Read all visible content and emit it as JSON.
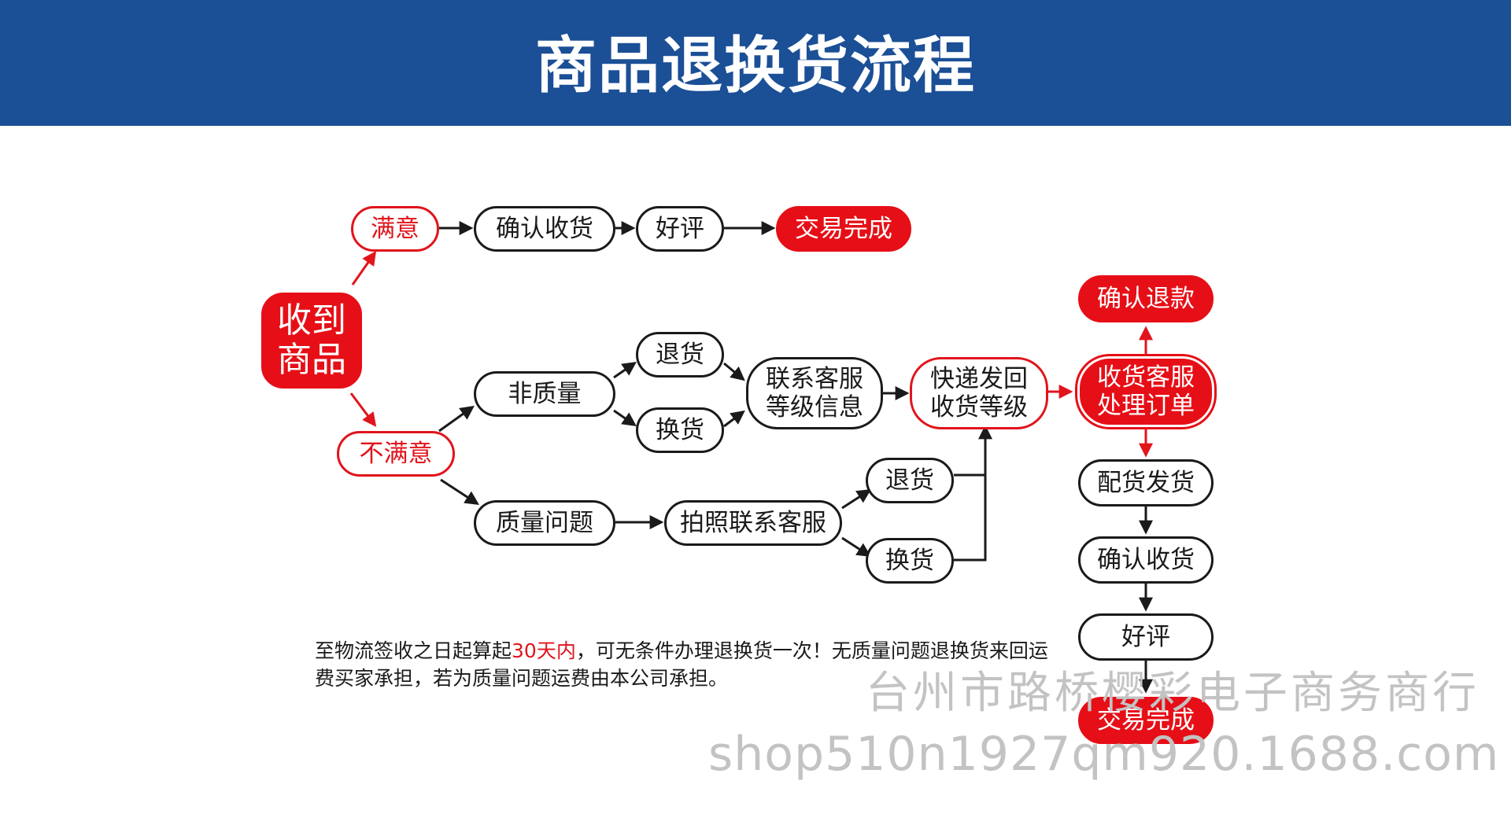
{
  "header": {
    "title": "商品退换货流程"
  },
  "colors": {
    "header_bg": "#1b4f96",
    "accent_red": "#e60f17",
    "text_dark": "#1a1a1a"
  },
  "nodes": {
    "received": "收到\n商品",
    "satisfied": "满意",
    "confirm_receipt_top": "确认收货",
    "good_review_top": "好评",
    "trade_complete_top": "交易完成",
    "unsatisfied": "不满意",
    "non_quality": "非质量",
    "return_top": "退货",
    "exchange_top": "换货",
    "contact_service": "联系客服\n等级信息",
    "express_return": "快递发回\n收货等级",
    "quality_issue": "质量问题",
    "photo_contact": "拍照联系客服",
    "return_bottom": "退货",
    "exchange_bottom": "换货",
    "confirm_refund": "确认退款",
    "process_order": "收货客服\n处理订单",
    "ship_goods": "配货发货",
    "confirm_receipt_right": "确认收货",
    "good_review_right": "好评",
    "trade_complete_right": "交易完成"
  },
  "note": {
    "part1": "至物流签收之日起算起",
    "highlight": "30天内",
    "part2": "，可无条件办理退换货一次！无质量问题退换货来回运费买家承担，若为质量问题运费由本公司承担。"
  },
  "watermark": {
    "company": "台州市路桥樱彩电子商务商行",
    "url": "shop510n1927qm920.1688.com"
  }
}
